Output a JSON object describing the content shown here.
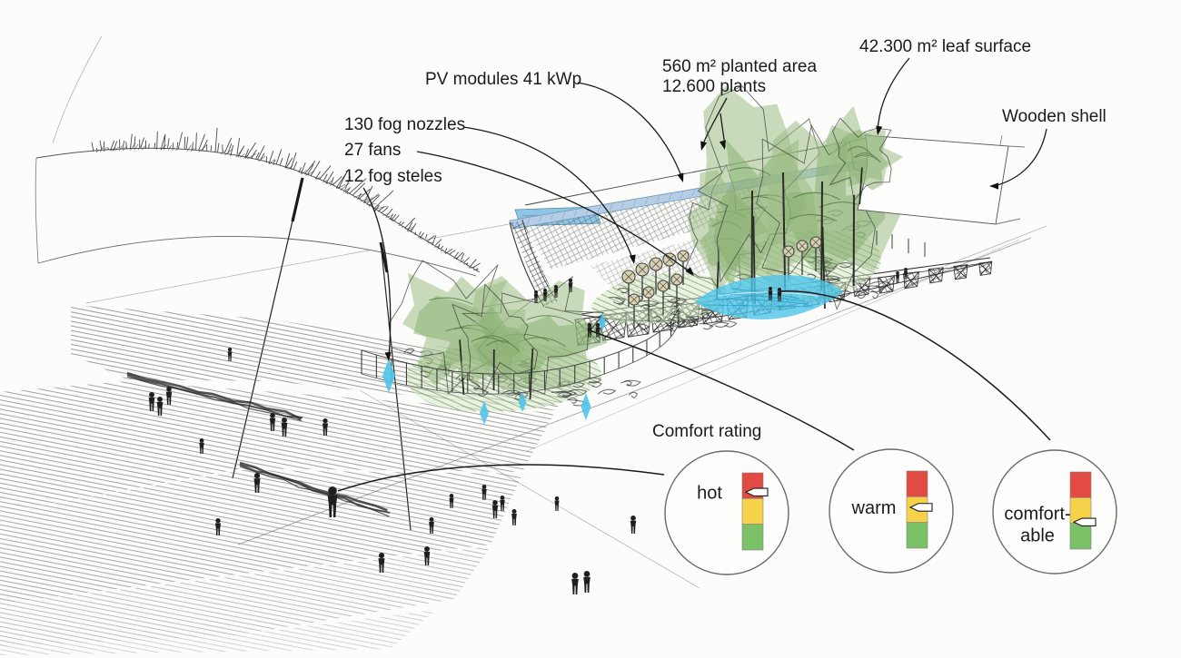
{
  "diagram_title": "Comfort rating",
  "annotations": {
    "pv": "PV modules 41 kWp",
    "planted_line1": "560 m² planted area",
    "planted_line2": "12.600 plants",
    "leaf": "42.300 m² leaf surface",
    "shell": "Wooden shell",
    "nozzles": "130 fog nozzles",
    "fans": "27 fans",
    "steles": "12 fog steles"
  },
  "comfort": {
    "title": "Comfort rating",
    "ratings": [
      {
        "label": "hot",
        "pointer_fraction": 0.25,
        "zone": "red"
      },
      {
        "label": "warm",
        "pointer_fraction": 0.47,
        "zone": "yellow"
      },
      {
        "label": "comfort-\nable",
        "pointer_fraction": 0.65,
        "zone": "green"
      }
    ],
    "scale_colors": [
      "#e14b43",
      "#f6d14a",
      "#7ac168"
    ]
  },
  "palette": {
    "ink": "#2e2e2e",
    "pencil": "#6f6f6f",
    "faint": "#9a9a9a",
    "foliage": "#9dbd85",
    "foliage_mid": "#85ad6e",
    "foliage_dark": "#4e7a3e",
    "fog_cyan": "#4ec4ea",
    "fog_cyan_deep": "#1f9cc9",
    "water_blue": "#8ec6e4",
    "pv_blue": "#b5cee6",
    "pv_blue_line": "#6e96ba",
    "gauge_outline": "#808080",
    "circle_stroke": "#6a6a6a",
    "text": "#1b1b1b"
  }
}
